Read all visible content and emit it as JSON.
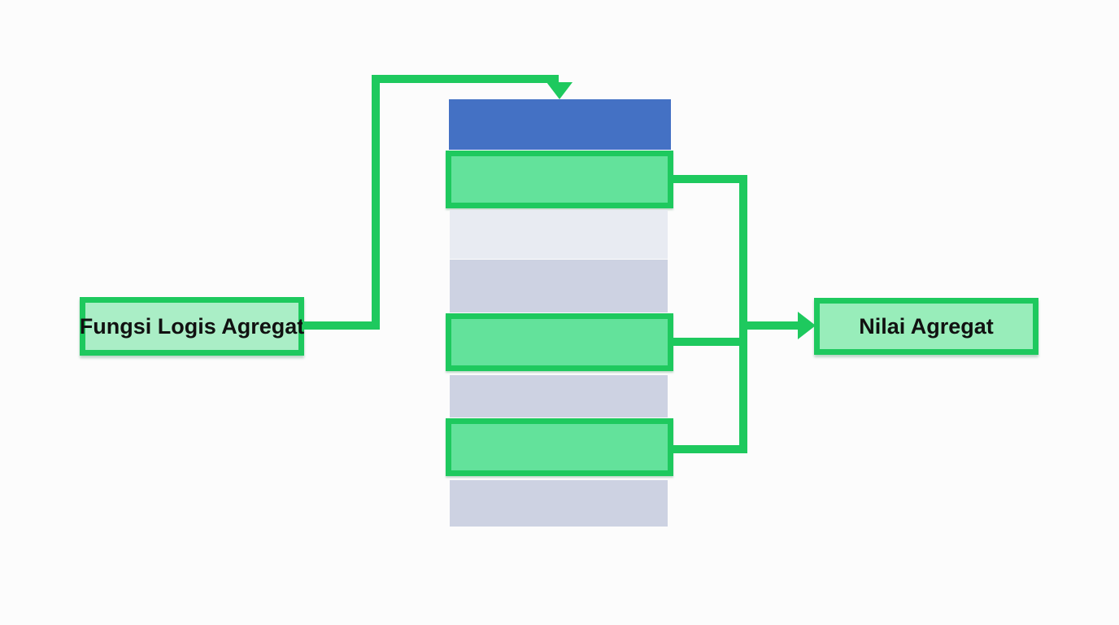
{
  "diagram": {
    "left_box": {
      "label": "Fungsi Logis Agregat"
    },
    "right_box": {
      "label": "Nilai Agregat"
    },
    "column": {
      "rows": [
        {
          "type": "header"
        },
        {
          "type": "highlight"
        },
        {
          "type": "light"
        },
        {
          "type": "lavender"
        },
        {
          "type": "highlight"
        },
        {
          "type": "lavender"
        },
        {
          "type": "highlight"
        },
        {
          "type": "lavender"
        }
      ]
    },
    "colors": {
      "background": "#fcfcfc",
      "accent_green": "#1ec95e",
      "highlight_fill": "#63e29b",
      "left_box_fill": "#aaeec6",
      "right_box_fill": "#98edba",
      "header_blue": "#4471c4",
      "row_light": "#e8ebf2",
      "row_lavender": "#cdd2e2",
      "text": "#111111"
    }
  }
}
